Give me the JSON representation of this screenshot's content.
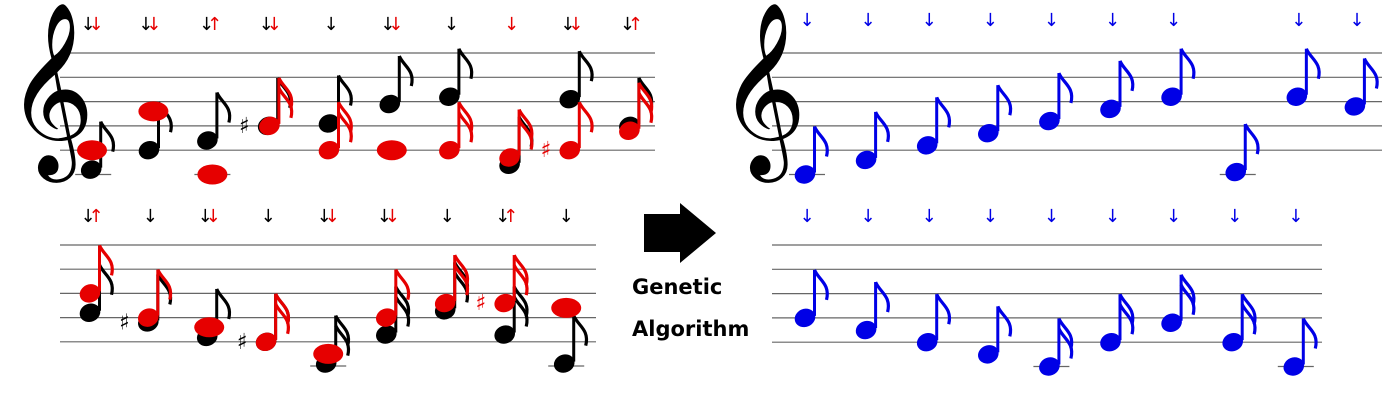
{
  "caption": {
    "line1": "Genetic",
    "line2": "Algorithm"
  },
  "colors": {
    "black": "#000000",
    "red": "#e60000",
    "blue": "#0000e6",
    "staff": "#666666"
  },
  "symbols": {
    "clef": "𝄞",
    "arrow": "↓",
    "arrow_up": "↑",
    "sharp": "♯"
  },
  "icons": {
    "process_arrow": "arrow-right-icon",
    "treble_clef": "treble-clef-icon"
  },
  "staves": [
    {
      "id": "before-staff-1",
      "clef": true,
      "arrows": [
        {
          "x": 0.0,
          "c": [
            "black",
            "red"
          ]
        },
        {
          "x": 0.96,
          "c": [
            "black",
            "red"
          ]
        },
        {
          "x": 1.97,
          "c": [
            "black",
            "red_up"
          ]
        },
        {
          "x": 2.96,
          "c": [
            "black",
            "red"
          ]
        },
        {
          "x": 3.97,
          "c": [
            "black"
          ]
        },
        {
          "x": 4.98,
          "c": [
            "black",
            "red"
          ]
        },
        {
          "x": 5.97,
          "c": [
            "black"
          ]
        },
        {
          "x": 6.97,
          "c": [
            "red"
          ]
        },
        {
          "x": 7.97,
          "c": [
            "black",
            "red"
          ]
        },
        {
          "x": 8.96,
          "c": [
            "black",
            "red_up"
          ]
        }
      ],
      "notes": [
        {
          "x": 0.02,
          "p": -0.8,
          "type": "eighth",
          "color": "black"
        },
        {
          "x": 0.0,
          "p": 0.0,
          "type": "whole",
          "color": "red"
        },
        {
          "x": 0.98,
          "p": 0.0,
          "type": "eighth",
          "color": "black"
        },
        {
          "x": 1.02,
          "p": 1.6,
          "type": "whole",
          "color": "red"
        },
        {
          "x": 1.95,
          "p": 0.4,
          "type": "eighth",
          "color": "black"
        },
        {
          "x": 2.0,
          "p": -1.0,
          "type": "whole",
          "color": "red"
        },
        {
          "x": 2.96,
          "p": 1.0,
          "type": "eighth",
          "color": "black",
          "sharp": true
        },
        {
          "x": 2.98,
          "p": 1.0,
          "type": "sixteenth",
          "color": "red"
        },
        {
          "x": 3.97,
          "p": 1.1,
          "type": "eighth",
          "color": "black"
        },
        {
          "x": 3.97,
          "p": 0.0,
          "type": "sixteenth",
          "color": "red"
        },
        {
          "x": 4.98,
          "p": 1.9,
          "type": "eighth",
          "color": "black"
        },
        {
          "x": 4.98,
          "p": 0.0,
          "type": "whole",
          "color": "red"
        },
        {
          "x": 5.97,
          "p": 2.2,
          "type": "eighth",
          "color": "black"
        },
        {
          "x": 5.97,
          "p": 0.0,
          "type": "sixteenth",
          "color": "red"
        },
        {
          "x": 6.97,
          "p": -0.6,
          "type": "eighth",
          "color": "black"
        },
        {
          "x": 6.97,
          "p": -0.3,
          "type": "sixteenth",
          "color": "red"
        },
        {
          "x": 7.97,
          "p": 2.1,
          "type": "eighth",
          "color": "black"
        },
        {
          "x": 7.97,
          "p": 0.0,
          "type": "eighth",
          "color": "red",
          "sharp": true
        },
        {
          "x": 8.96,
          "p": 1.0,
          "type": "eighth",
          "color": "black"
        },
        {
          "x": 8.96,
          "p": 0.8,
          "type": "sixteenth",
          "color": "red"
        }
      ]
    },
    {
      "id": "before-staff-2",
      "clef": false,
      "arrows": [
        {
          "x": 0.0,
          "c": [
            "black",
            "red_up"
          ]
        },
        {
          "x": 0.98,
          "c": [
            "black"
          ]
        },
        {
          "x": 1.97,
          "c": [
            "black",
            "red"
          ]
        },
        {
          "x": 2.96,
          "c": [
            "black"
          ]
        },
        {
          "x": 3.97,
          "c": [
            "black",
            "red"
          ]
        },
        {
          "x": 4.98,
          "c": [
            "black",
            "red"
          ]
        },
        {
          "x": 5.97,
          "c": [
            "black"
          ]
        },
        {
          "x": 6.97,
          "c": [
            "black",
            "red_up"
          ]
        },
        {
          "x": 7.97,
          "c": [
            "black"
          ]
        }
      ],
      "notes": [
        {
          "x": 0.0,
          "p": 1.2,
          "type": "eighth",
          "color": "black"
        },
        {
          "x": 0.0,
          "p": 2.0,
          "type": "eighth",
          "color": "red"
        },
        {
          "x": 0.98,
          "p": 0.8,
          "type": "eighth",
          "color": "black",
          "sharp": true
        },
        {
          "x": 0.98,
          "p": 1.0,
          "type": "eighth",
          "color": "red"
        },
        {
          "x": 1.97,
          "p": 0.2,
          "type": "eighth",
          "color": "black"
        },
        {
          "x": 1.97,
          "p": 0.6,
          "type": "whole",
          "color": "red"
        },
        {
          "x": 2.96,
          "p": 0.0,
          "type": "eighth",
          "color": "black",
          "sharp": true
        },
        {
          "x": 2.96,
          "p": 0.0,
          "type": "sixteenth",
          "color": "red"
        },
        {
          "x": 3.97,
          "p": -0.9,
          "type": "sixteenth",
          "color": "black"
        },
        {
          "x": 3.97,
          "p": -0.5,
          "type": "whole",
          "color": "red"
        },
        {
          "x": 4.98,
          "p": 0.3,
          "type": "sixteenth",
          "color": "black"
        },
        {
          "x": 4.98,
          "p": 1.0,
          "type": "eighth",
          "color": "red"
        },
        {
          "x": 5.97,
          "p": 1.3,
          "type": "sixteenth",
          "color": "black"
        },
        {
          "x": 5.97,
          "p": 1.6,
          "type": "sixteenth",
          "color": "red"
        },
        {
          "x": 6.97,
          "p": 0.3,
          "type": "sixteenth",
          "color": "black"
        },
        {
          "x": 6.97,
          "p": 1.6,
          "type": "sixteenth",
          "color": "red",
          "sharp": true
        },
        {
          "x": 7.97,
          "p": -0.9,
          "type": "eighth",
          "color": "black"
        },
        {
          "x": 7.97,
          "p": 1.4,
          "type": "whole",
          "color": "red"
        }
      ]
    },
    {
      "id": "after-staff-1",
      "clef": true,
      "arrows": [
        {
          "x": 0,
          "c": [
            "blue"
          ]
        },
        {
          "x": 1,
          "c": [
            "blue"
          ]
        },
        {
          "x": 2,
          "c": [
            "blue"
          ]
        },
        {
          "x": 3,
          "c": [
            "blue"
          ]
        },
        {
          "x": 4,
          "c": [
            "blue"
          ]
        },
        {
          "x": 5,
          "c": [
            "blue"
          ]
        },
        {
          "x": 6,
          "c": [
            "blue"
          ]
        },
        {
          "x": 8.05,
          "c": [
            "blue"
          ]
        },
        {
          "x": 9,
          "c": [
            "blue"
          ]
        }
      ],
      "notes": [
        {
          "x": 0,
          "p": -1.0,
          "type": "eighth",
          "color": "blue"
        },
        {
          "x": 1,
          "p": -0.4,
          "type": "eighth",
          "color": "blue"
        },
        {
          "x": 2,
          "p": 0.2,
          "type": "eighth",
          "color": "blue"
        },
        {
          "x": 3,
          "p": 0.7,
          "type": "eighth",
          "color": "blue"
        },
        {
          "x": 4,
          "p": 1.2,
          "type": "eighth",
          "color": "blue"
        },
        {
          "x": 5,
          "p": 1.7,
          "type": "eighth",
          "color": "blue"
        },
        {
          "x": 6,
          "p": 2.2,
          "type": "eighth",
          "color": "blue"
        },
        {
          "x": 7.05,
          "p": -0.9,
          "type": "eighth",
          "color": "blue"
        },
        {
          "x": 8.05,
          "p": 2.2,
          "type": "eighth",
          "color": "blue"
        },
        {
          "x": 9,
          "p": 1.8,
          "type": "eighth",
          "color": "blue"
        }
      ]
    },
    {
      "id": "after-staff-2",
      "clef": false,
      "arrows": [
        {
          "x": 0,
          "c": [
            "blue"
          ]
        },
        {
          "x": 1,
          "c": [
            "blue"
          ]
        },
        {
          "x": 2,
          "c": [
            "blue"
          ]
        },
        {
          "x": 3,
          "c": [
            "blue"
          ]
        },
        {
          "x": 4,
          "c": [
            "blue"
          ]
        },
        {
          "x": 5,
          "c": [
            "blue"
          ]
        },
        {
          "x": 6,
          "c": [
            "blue"
          ]
        },
        {
          "x": 7,
          "c": [
            "blue"
          ]
        },
        {
          "x": 8,
          "c": [
            "blue"
          ]
        }
      ],
      "notes": [
        {
          "x": 0,
          "p": 1.0,
          "type": "eighth",
          "color": "blue"
        },
        {
          "x": 1,
          "p": 0.5,
          "type": "eighth",
          "color": "blue"
        },
        {
          "x": 2,
          "p": 0.0,
          "type": "eighth",
          "color": "blue"
        },
        {
          "x": 3,
          "p": -0.5,
          "type": "eighth",
          "color": "blue"
        },
        {
          "x": 4,
          "p": -1.0,
          "type": "sixteenth",
          "color": "blue"
        },
        {
          "x": 5,
          "p": 0.0,
          "type": "sixteenth",
          "color": "blue"
        },
        {
          "x": 6,
          "p": 0.8,
          "type": "sixteenth",
          "color": "blue"
        },
        {
          "x": 7,
          "p": 0.0,
          "type": "sixteenth",
          "color": "blue"
        },
        {
          "x": 8,
          "p": -1.0,
          "type": "eighth",
          "color": "blue"
        }
      ]
    }
  ]
}
